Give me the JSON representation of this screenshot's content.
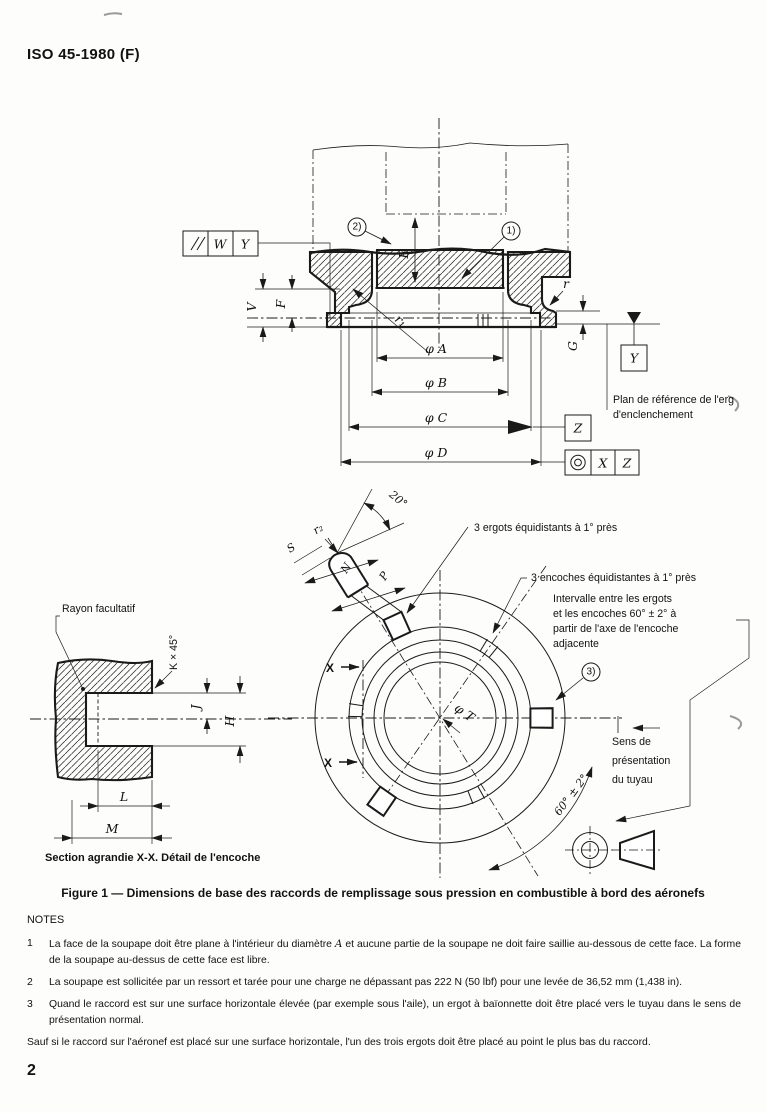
{
  "page": {
    "header": "ISO 45-1980 (F)",
    "page_number": "2"
  },
  "caption": "Figure 1 — Dimensions de base des raccords de remplissage sous pression en combustible à bord des aéronefs",
  "notes": {
    "heading": "NOTES",
    "n1_num": "1",
    "n1a": "La face de la soupape doit être plane à l'intérieur du diamètre ",
    "n1_dia": "A",
    "n1b": " et aucune partie de la soupape ne doit faire saillie au-dessous de cette face. La forme de la soupape au-dessus de cette face est libre.",
    "n2_num": "2",
    "n2": "La soupape est sollicitée par un ressort et tarée pour une charge ne dépassant pas 222 N (50 lbf) pour une levée de 36,52 mm (1,438 in).",
    "n3_num": "3",
    "n3": "Quand le raccord est sur une surface horizontale élevée (par exemple sous l'aile), un ergot à baïonnette doit être placé vers le tuyau dans le sens de présentation normal.",
    "footer": "Sauf si le raccord sur l'aéronef est placé sur une surface horizontale, l'un des trois ergots doit être placé au point le plus bas du raccord."
  },
  "top_drawing": {
    "callout_1": "1)",
    "callout_2": "2)",
    "dim_E": "E",
    "dim_V": "V",
    "dim_F": "F",
    "dim_G": "G",
    "dim_phiA": "φ A",
    "dim_phiB": "φ B",
    "dim_phiC": "φ C",
    "dim_phiD": "φ D",
    "label_r": "r",
    "label_r1": "r₁",
    "fcf_W": "W",
    "fcf_Y": "Y",
    "datum_Y": "Y",
    "datum_Z": "Z",
    "conc_X": "X",
    "conc_Z": "Z",
    "plan_line1": "Plan de référence de l'erg",
    "plan_line2": "d'enclenchement"
  },
  "bottom_drawing": {
    "angle_20": "20°",
    "label_r2": "r₂",
    "dim_S": "S",
    "dim_N": "N",
    "dim_P": "P",
    "dim_phiT": "φ T",
    "section_X_top": "X",
    "section_X_bottom": "X",
    "callout_3": "3)",
    "angle_60": "60° ± 2°",
    "note_ergots": "3 ergots équidistants à 1° près",
    "note_encoches": "3 encoches équidistantes à 1° près",
    "intervalle_l1": "Intervalle entre les ergots",
    "intervalle_l2": "et les encoches 60° ± 2° à",
    "intervalle_l3": "partir de l'axe de l'encoche",
    "intervalle_l4": "adjacente",
    "sens_l1": "Sens de",
    "sens_l2": "présentation",
    "sens_l3": "du tuyau",
    "rayon": "Rayon facultatif",
    "chamfer_K": "K × 45°",
    "dim_J": "J",
    "dim_H": "H",
    "dim_L": "L",
    "dim_M": "M",
    "section_caption": "Section agrandie X-X. Détail de l'encoche"
  }
}
